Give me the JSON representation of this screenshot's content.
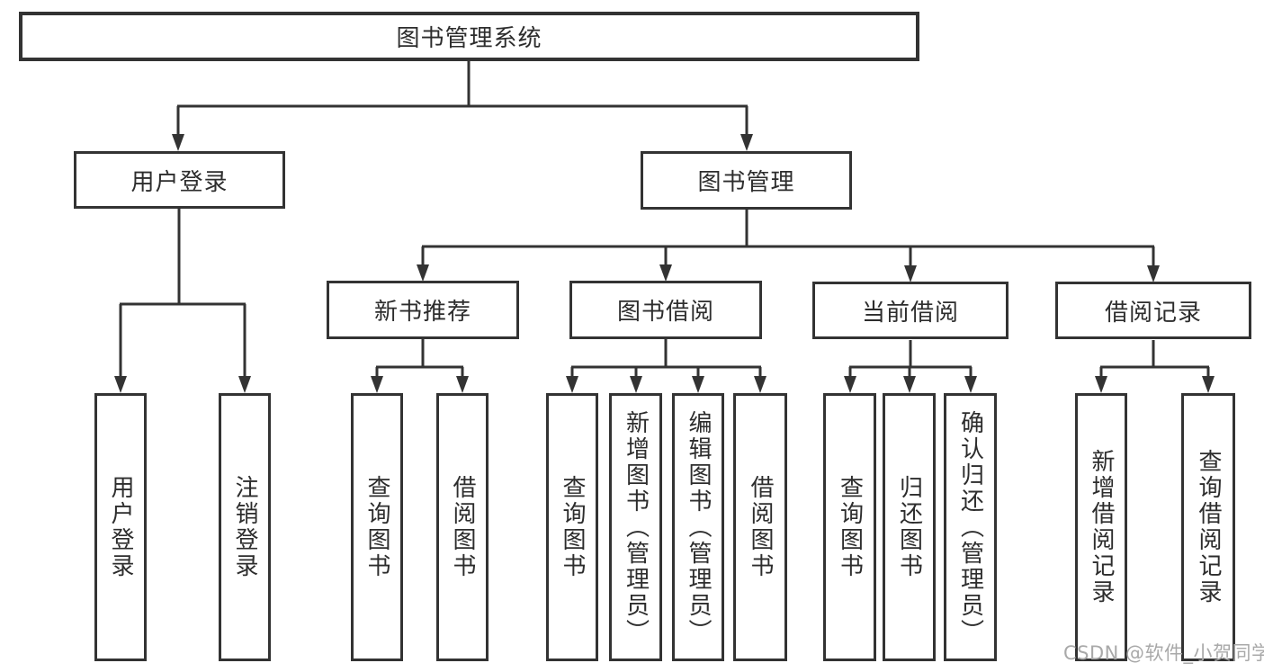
{
  "diagram_title": "图书管理系统",
  "tree": {
    "root": {
      "label": "图书管理系统"
    },
    "branches": [
      {
        "id": "user-login",
        "label": "用户登录",
        "children": [
          {
            "label": "用户登录"
          },
          {
            "label": "注销登录"
          }
        ]
      },
      {
        "id": "book-management",
        "label": "图书管理",
        "children": [
          {
            "id": "new-book-recommendation",
            "label": "新书推荐",
            "children": [
              {
                "label": "查询图书"
              },
              {
                "label": "借阅图书"
              }
            ]
          },
          {
            "id": "book-borrowing",
            "label": "图书借阅",
            "children": [
              {
                "label": "查询图书"
              },
              {
                "label": "新增图书（管理员）"
              },
              {
                "label": "编辑图书（管理员）"
              },
              {
                "label": "借阅图书"
              }
            ]
          },
          {
            "id": "current-borrowing",
            "label": "当前借阅",
            "children": [
              {
                "label": "查询图书"
              },
              {
                "label": "归还图书"
              },
              {
                "label": "确认归还（管理员）"
              }
            ]
          },
          {
            "id": "borrowing-records",
            "label": "借阅记录",
            "children": [
              {
                "label": "新增借阅记录"
              },
              {
                "label": "查询借阅记录"
              }
            ]
          }
        ]
      }
    ]
  },
  "watermark": "CSDN @软件_小贺同学",
  "colors": {
    "line": "#333333",
    "border": "#333333",
    "text": "#2d2d2d",
    "background": "#ffffff",
    "watermark": "#a9a9a9"
  }
}
